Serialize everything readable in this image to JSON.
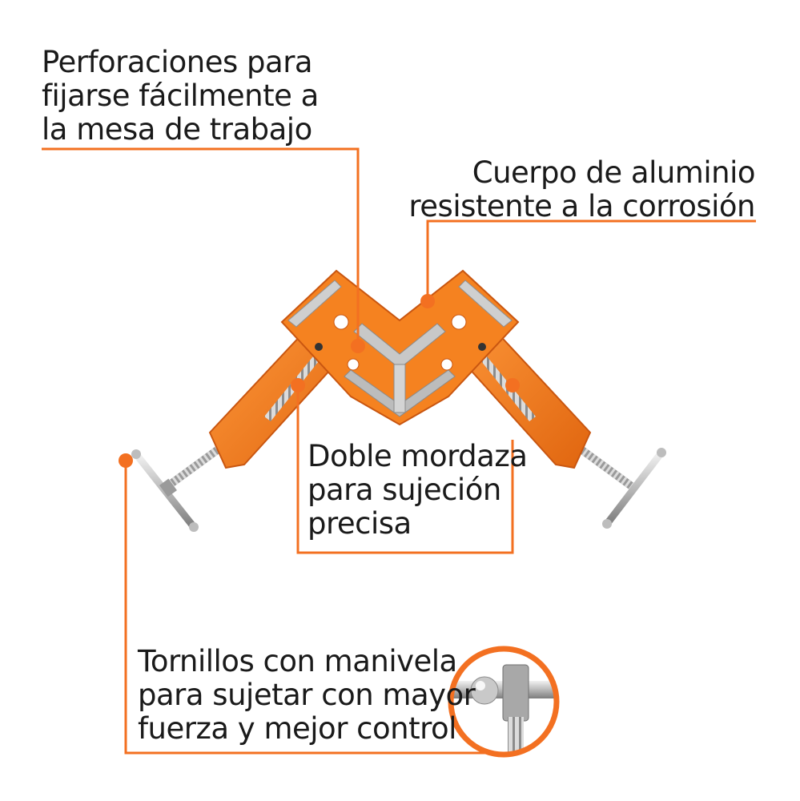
{
  "accent_color": "#f37021",
  "callouts": {
    "perforations": [
      "Perforaciones para",
      "fijarse fácilmente a",
      "la mesa de trabajo"
    ],
    "body": [
      "Cuerpo de aluminio",
      "resistente a la corrosión"
    ],
    "jaw": [
      "Doble mordaza",
      "para sujeción",
      "precisa"
    ],
    "screws": [
      "Tornillos con manivela",
      "para sujetar con mayor",
      "fuerza y mejor control"
    ]
  },
  "illustration": {
    "product": "corner-clamp",
    "detail_inset": "handle-screw-closeup",
    "icons": [
      "corner-clamp-icon",
      "t-handle-icon",
      "lead-screw-icon"
    ]
  }
}
